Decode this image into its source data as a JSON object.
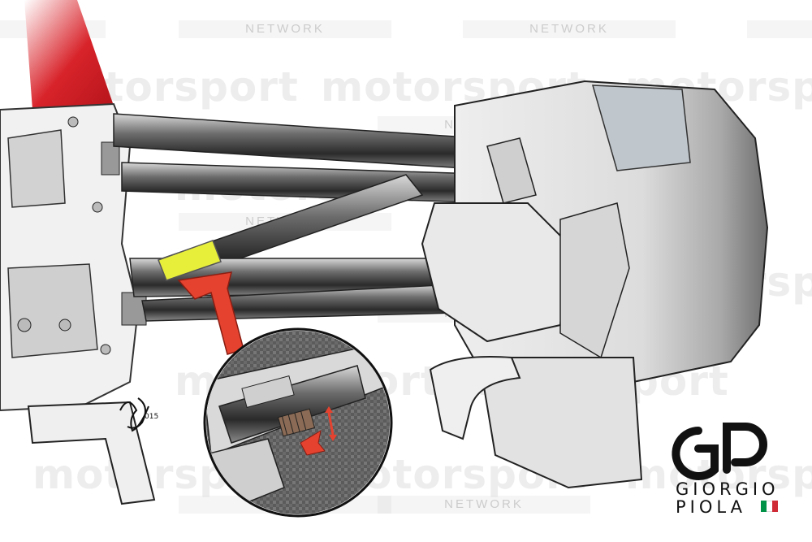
{
  "watermark": {
    "network": "NETWORK",
    "brand": "motorsport"
  },
  "artist": {
    "name_line1": "GIORGIO",
    "name_line2": "PIOLA",
    "flag_colors": [
      "#009246",
      "#ffffff",
      "#ce2b37"
    ],
    "signature_year": "015"
  },
  "colors": {
    "highlight_sleeve": "#e8ef3a",
    "arrow": "#e5432f",
    "bodywork_red": "#d8232a"
  }
}
